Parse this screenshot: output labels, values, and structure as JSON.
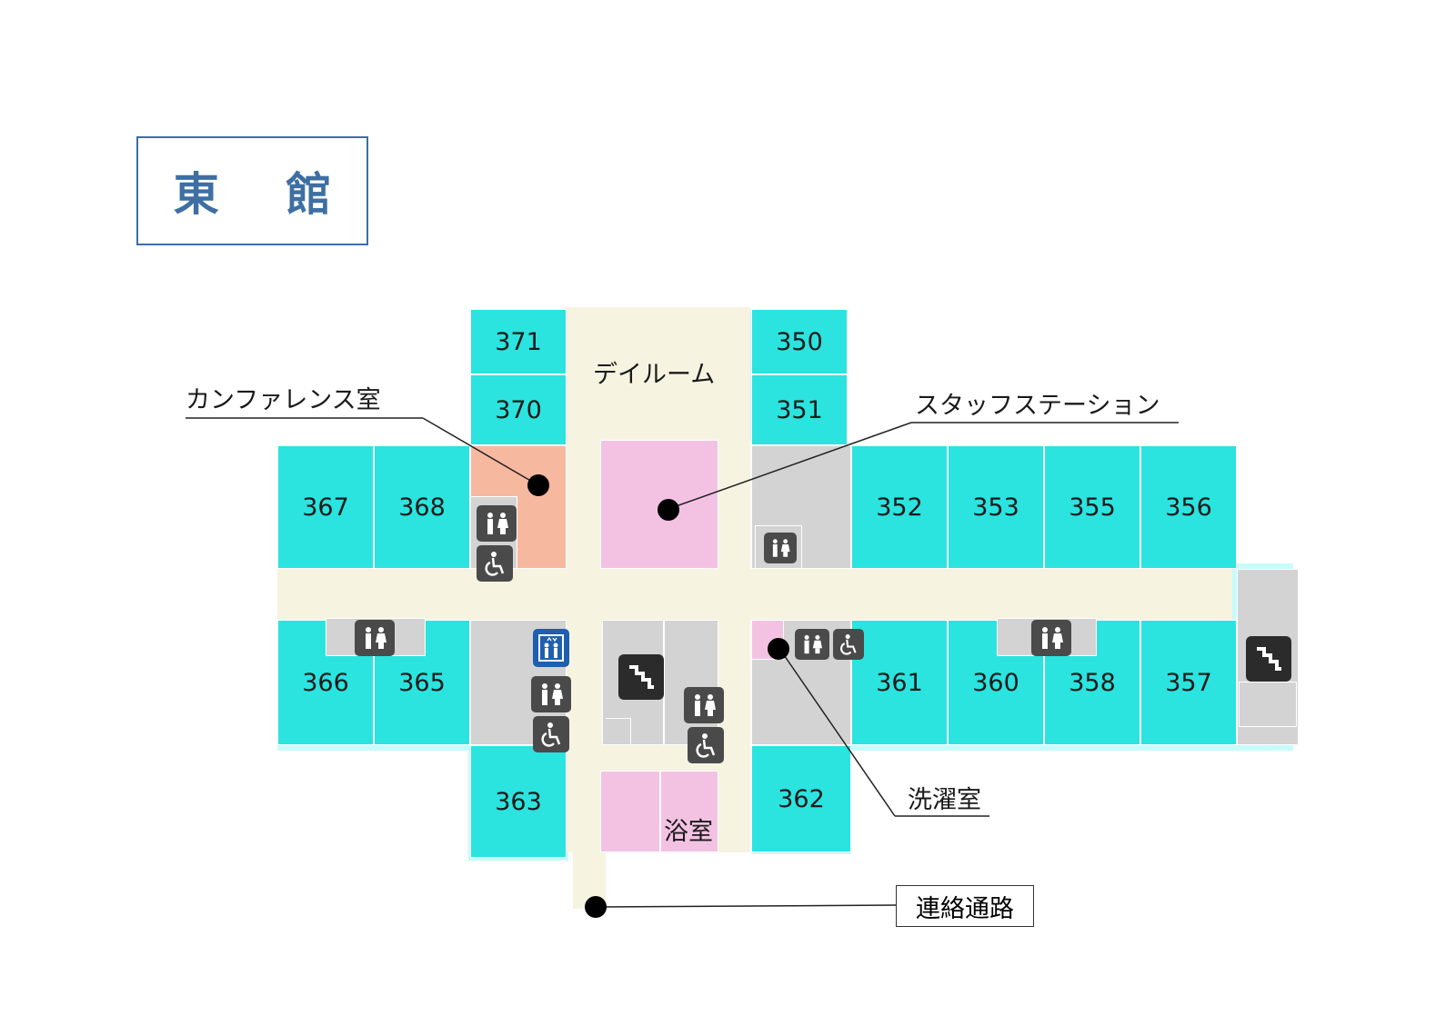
{
  "building_name": "東 館",
  "rooms": {
    "r371": "371",
    "r370": "370",
    "r350": "350",
    "r351": "351",
    "r367": "367",
    "r368": "368",
    "r352": "352",
    "r353": "353",
    "r355": "355",
    "r356": "356",
    "r366": "366",
    "r365": "365",
    "r361": "361",
    "r360": "360",
    "r358": "358",
    "r357": "357",
    "r363": "363",
    "r362": "362"
  },
  "labels": {
    "day_room": "デイルーム",
    "bath": "浴室",
    "conference": "カンファレンス室",
    "staff_station": "スタッフステーション",
    "laundry": "洗濯室",
    "connecting_passage": "連絡通路"
  },
  "colors": {
    "room": "#2be3df",
    "corridor": "#f7f3e1",
    "utility": "#d3d3d3",
    "pink": "#f3c2e3",
    "conference": "#f7b8a0",
    "title": "#3d6fa3"
  },
  "icons": [
    "restroom-icon",
    "accessible-icon",
    "elevator-icon",
    "stairs-icon"
  ]
}
